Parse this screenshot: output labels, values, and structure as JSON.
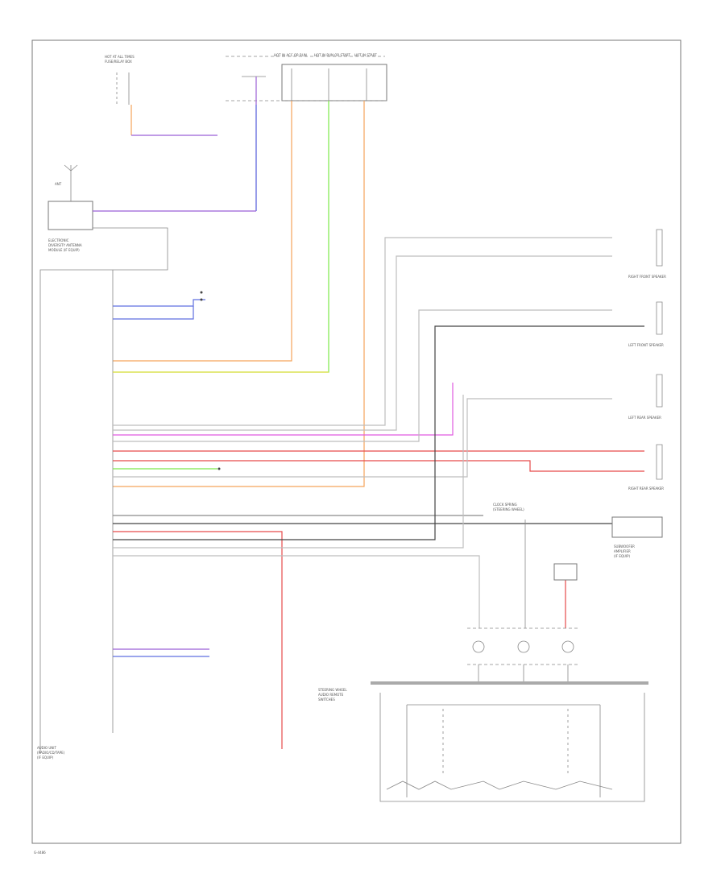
{
  "page_label": "G-4486",
  "components": {
    "radio_unit": [
      "AUDIO UNIT",
      "(RADIO/CD/TAPE)",
      "(IF EQUIP)"
    ],
    "antenna_module": [
      "ELECTRONIC",
      "DIVERSITY ANTENNA",
      "MODULE (IF EQUIP)"
    ],
    "hot_at_all_times": [
      "HOT AT ALL TIMES",
      "FUSE/RELAY BOX"
    ],
    "fuses_top": [
      "HOT IN ACC OR RUN",
      "HOT IN RUN OR START",
      "HOT IN START"
    ],
    "steering_wheel": [
      "STEERING WHEEL",
      "AUDIO REMOTE",
      "SWITCHES"
    ],
    "clock_spring": [
      "CLOCK SPRING",
      "(STEERING WHEEL)"
    ],
    "rear_amp": [
      "SUBWOOFER",
      "AMPLIFIER",
      "(IF EQUIP)"
    ]
  },
  "speakers": [
    {
      "name": "RIGHT FRONT SPEAKER"
    },
    {
      "name": "LEFT FRONT SPEAKER"
    },
    {
      "name": "LEFT REAR SPEAKER"
    },
    {
      "name": "RIGHT REAR SPEAKER"
    }
  ],
  "colors": {
    "orange": "#f5a45a",
    "green": "#7de84a",
    "purple": "#9b5fd6",
    "blue": "#5f6fe0",
    "magenta": "#e05ae0",
    "red": "#e64a4a",
    "yellow": "#e8e04a",
    "gray": "#8a8a8a",
    "dark": "#444444",
    "light_gray": "#bdbdbd"
  }
}
